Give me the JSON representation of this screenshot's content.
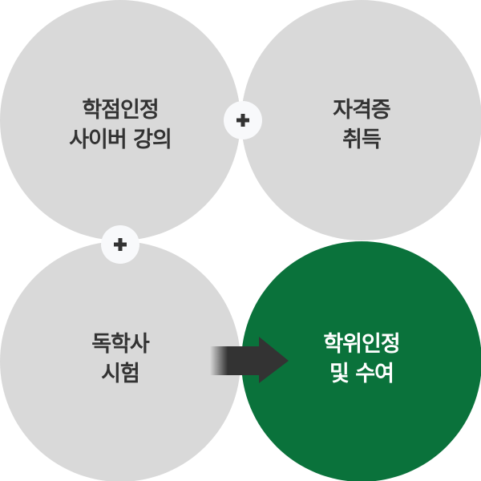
{
  "circles": [
    {
      "lines": [
        "학점인정",
        "사이버 강의"
      ]
    },
    {
      "lines": [
        "자격증",
        "취득"
      ]
    },
    {
      "lines": [
        "독학사",
        "시험"
      ]
    },
    {
      "lines": [
        "학위인정",
        "및 수여"
      ]
    }
  ],
  "plus_symbol": "+",
  "colors": {
    "gray": "#d9d9d9",
    "green": "#0a723b",
    "badge": "#f8f9fb",
    "dark": "#333333"
  }
}
